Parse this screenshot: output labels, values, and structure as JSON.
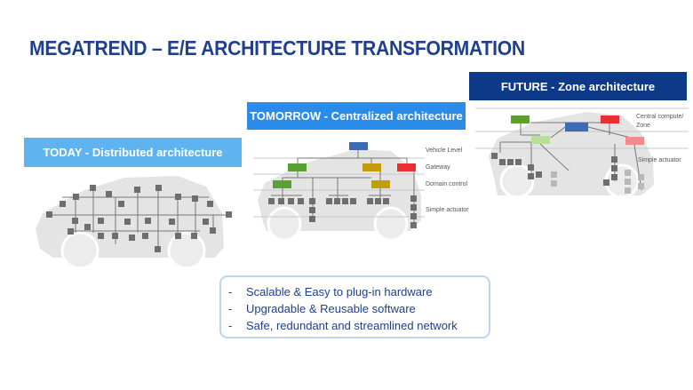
{
  "title": "MEGATREND – E/E ARCHITECTURE  TRANSFORMATION",
  "panels": {
    "today": {
      "label": "TODAY - Distributed architecture"
    },
    "tomorrow": {
      "label": "TOMORROW - Centralized architecture",
      "layers": [
        "Vehicle Level",
        "Gateway",
        "Domain control",
        "Simple actuator"
      ]
    },
    "future": {
      "label": "FUTURE - Zone architecture",
      "layers": [
        "Central compute/",
        "Zone",
        "Simple actuator"
      ]
    }
  },
  "bullets": {
    "marker": "-",
    "items": [
      "Scalable & Easy to plug-in hardware",
      "Upgradable & Reusable software",
      "Safe, redundant and streamlined network"
    ]
  },
  "colors": {
    "title": "#1f3f8f",
    "today_band": "#5fb3ef",
    "tomorrow_band": "#2a8be8",
    "future_band": "#0c3a86",
    "vehicle_level": "#3b6cb4",
    "domain_green": "#5aa032",
    "gateway_gold": "#c49b0a",
    "alert_red": "#e8312f",
    "zone_light_green": "#b7df9a",
    "zone_pink": "#f28b8b",
    "node_grey": "#6e6e6e",
    "car_grey": "#e4e4e4"
  }
}
